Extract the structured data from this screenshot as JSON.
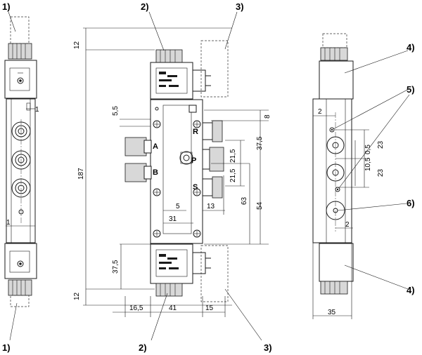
{
  "callouts": {
    "c1": "1)",
    "c2": "2)",
    "c3": "3)",
    "c4": "4)",
    "c5": "5)",
    "c6": "6)"
  },
  "ports": {
    "A": "A",
    "B": "B",
    "R": "R",
    "P": "P",
    "S": "S"
  },
  "dimensions": {
    "d12_top": "12",
    "d5_5": "5,5",
    "d187": "187",
    "d8": "8",
    "d37_5_upper": "37,5",
    "d21_5_a": "21,5",
    "d21_5_b": "21,5",
    "d63": "63",
    "d54": "54",
    "d5": "5",
    "d13": "13",
    "d31": "31",
    "d37_5_lower": "37,5",
    "d12_bottom": "12",
    "d16_5": "16,5",
    "d41": "41",
    "d15": "15",
    "d1_top": "1",
    "d1_bottom": "1",
    "d2_top": "2",
    "d23_a": "23",
    "d23_b": "23",
    "d10_5": "10,5",
    "d0_5": "0,5",
    "d2_bottom": "2",
    "d35": "35"
  }
}
